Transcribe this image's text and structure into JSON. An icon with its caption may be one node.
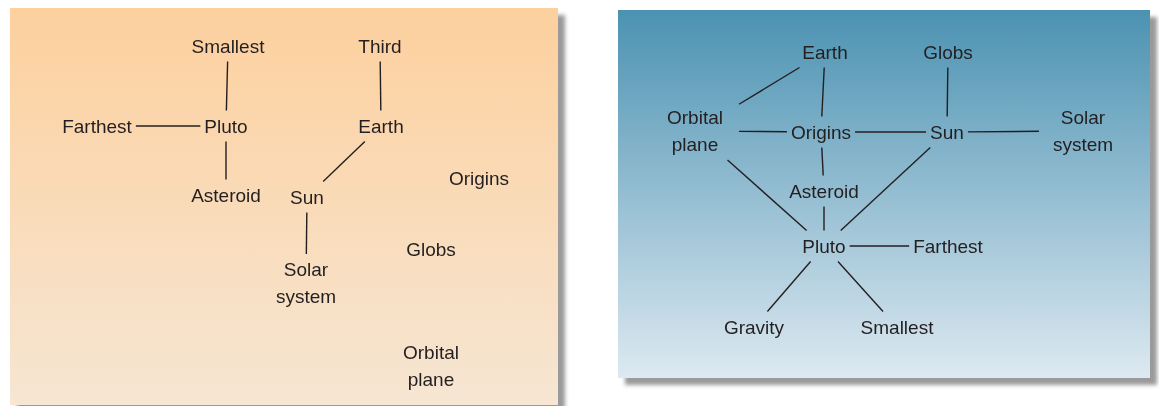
{
  "diagram": {
    "nodes": [
      {
        "text": [],
        "shape": "box"
      },
      {
        "text": [
          "Smallest"
        ],
        "in": 0
      },
      {
        "text": [
          "Third"
        ],
        "in": 0
      },
      {
        "text": [
          "Farthest"
        ],
        "in": 0
      },
      {
        "text": [
          "Pluto"
        ],
        "in": 0
      },
      {
        "text": [
          "Earth"
        ],
        "in": 0
      },
      {
        "text": [
          "Origins"
        ],
        "in": 0
      },
      {
        "text": [
          "Asteroid"
        ],
        "in": 0
      },
      {
        "text": [
          "Sun"
        ],
        "in": 0
      },
      {
        "text": [
          "Globs"
        ],
        "in": 0
      },
      {
        "text": [
          "Solar system"
        ],
        "in": 0
      },
      {
        "text": [
          "Orbital plane"
        ],
        "in": 0
      },
      {
        "text": [],
        "shape": "box"
      },
      {
        "text": [
          "Earth"
        ],
        "in": 12
      },
      {
        "text": [
          "Globs"
        ],
        "in": 12
      },
      {
        "text": [
          "Orbital plane"
        ],
        "in": 12
      },
      {
        "text": [
          "Origins"
        ],
        "in": 12
      },
      {
        "text": [
          "Sun"
        ],
        "in": 12
      },
      {
        "text": [
          "Solar system"
        ],
        "in": 12
      },
      {
        "text": [
          "Asteroid"
        ],
        "in": 12
      },
      {
        "text": [
          "Pluto"
        ],
        "in": 12
      },
      {
        "text": [
          "Farthest"
        ],
        "in": 12
      },
      {
        "text": [
          "Gravity"
        ],
        "in": 12
      },
      {
        "text": [
          "Smallest"
        ],
        "in": 12
      }
    ],
    "edges": [
      {
        "from": 1,
        "to": 4,
        "arrow": "none"
      },
      {
        "from": 3,
        "to": 4,
        "arrow": "none"
      },
      {
        "from": 4,
        "to": 7,
        "arrow": "none"
      },
      {
        "from": 2,
        "to": 5,
        "arrow": "none"
      },
      {
        "from": 5,
        "to": 8,
        "arrow": "none"
      },
      {
        "from": 8,
        "to": 10,
        "arrow": "none"
      },
      {
        "from": 13,
        "to": 15,
        "arrow": "none"
      },
      {
        "from": 13,
        "to": 16,
        "arrow": "none"
      },
      {
        "from": 14,
        "to": 17,
        "arrow": "none"
      },
      {
        "from": 15,
        "to": 16,
        "arrow": "none"
      },
      {
        "from": 16,
        "to": 17,
        "arrow": "none"
      },
      {
        "from": 17,
        "to": 18,
        "arrow": "none"
      },
      {
        "from": 16,
        "to": 19,
        "arrow": "none"
      },
      {
        "from": 19,
        "to": 20,
        "arrow": "none"
      },
      {
        "from": 15,
        "to": 20,
        "arrow": "none"
      },
      {
        "from": 17,
        "to": 20,
        "arrow": "none"
      },
      {
        "from": 20,
        "to": 21,
        "arrow": "none"
      },
      {
        "from": 20,
        "to": 22,
        "arrow": "none"
      },
      {
        "from": 20,
        "to": 23,
        "arrow": "none"
      }
    ]
  }
}
